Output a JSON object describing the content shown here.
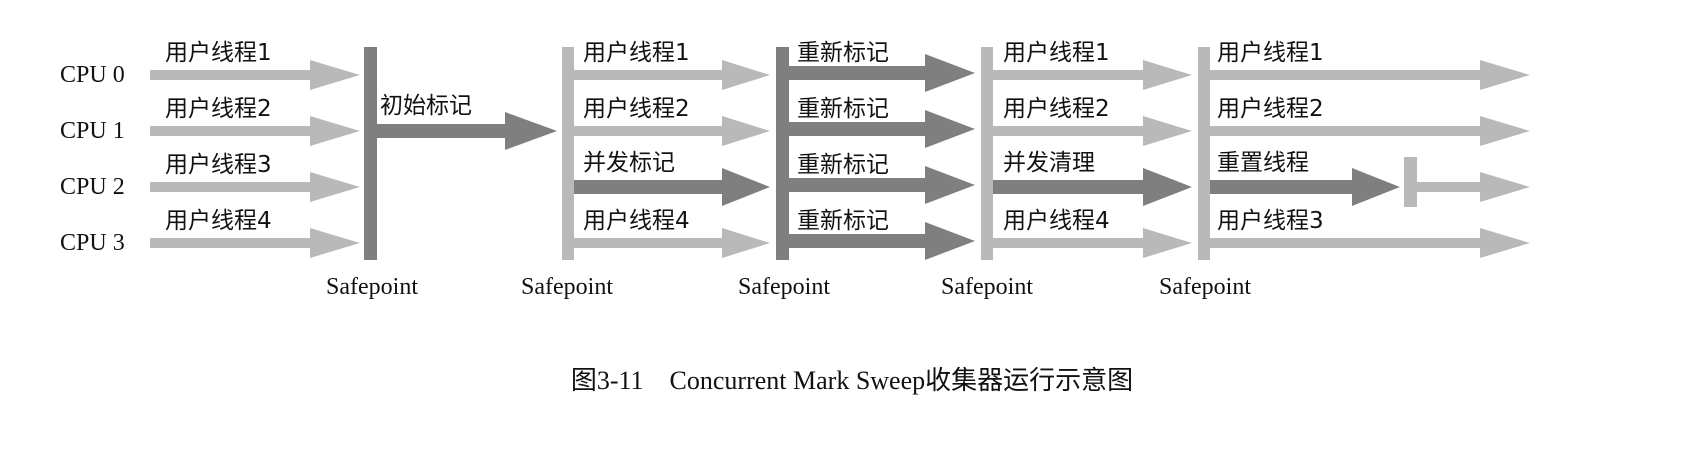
{
  "cpus": [
    "CPU 0",
    "CPU 1",
    "CPU 2",
    "CPU 3"
  ],
  "phase1": {
    "threads": [
      "用户线程1",
      "用户线程2",
      "用户线程3",
      "用户线程4"
    ]
  },
  "phase2": {
    "label": "初始标记"
  },
  "phase3": {
    "threads": [
      "用户线程1",
      "用户线程2",
      "并发标记",
      "用户线程4"
    ]
  },
  "phase4": {
    "threads": [
      "重新标记",
      "重新标记",
      "重新标记",
      "重新标记"
    ]
  },
  "phase5": {
    "threads": [
      "用户线程1",
      "用户线程2",
      "并发清理",
      "用户线程4"
    ]
  },
  "phase6": {
    "threads": [
      "用户线程1",
      "用户线程2",
      "重置线程",
      "用户线程3"
    ]
  },
  "safepoints": [
    "Safepoint",
    "Safepoint",
    "Safepoint",
    "Safepoint",
    "Safepoint"
  ],
  "caption": "图3-11　Concurrent Mark Sweep收集器运行示意图",
  "colors": {
    "light": "#b9b9b9",
    "dark": "#7f7f7f",
    "text": "#111111"
  }
}
